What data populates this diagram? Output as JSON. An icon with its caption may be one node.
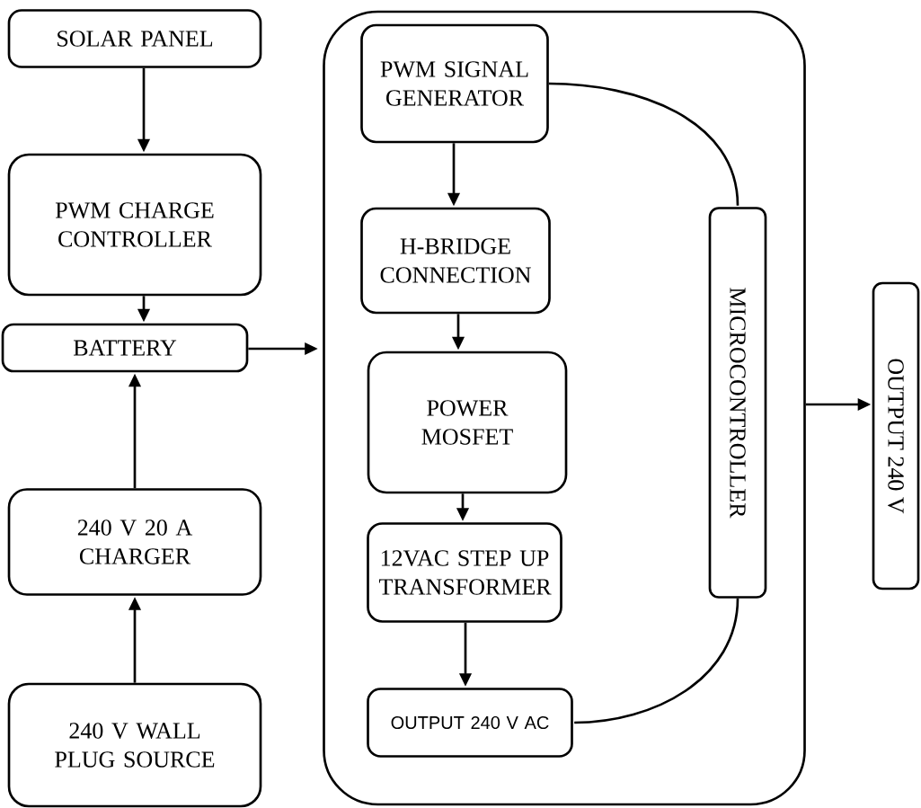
{
  "diagram": {
    "nodes": [
      {
        "text": [
          "SOLAR PANEL"
        ]
      },
      {
        "text": [
          "PWM CHARGE CONTROLLER"
        ]
      },
      {
        "text": [
          "BATTERY"
        ]
      },
      {
        "text": [
          "240 V 20 A CHARGER"
        ]
      },
      {
        "text": [
          "240 V WALL PLUG SOURCE"
        ]
      },
      {
        "text": [],
        "shape": "box"
      },
      {
        "text": [
          "PWM SIGNAL GENERATOR"
        ],
        "in": 5
      },
      {
        "text": [
          "H-BRIDGE CONNECTION"
        ],
        "in": 5
      },
      {
        "text": [
          "POWER MOSFET"
        ],
        "in": 5
      },
      {
        "text": [
          "12VAC STEP UP TRANSFORMER"
        ],
        "in": 5
      },
      {
        "text": [
          "OUTPUT 240 V AC"
        ],
        "in": 5
      },
      {
        "text": [
          "MICROCONTROLLER"
        ],
        "in": 5
      },
      {
        "text": [
          "OUTPUT 240 V"
        ]
      }
    ],
    "edges": [
      {
        "from": 0,
        "to": 1,
        "arrow": "to"
      },
      {
        "from": 1,
        "to": 2,
        "arrow": "to"
      },
      {
        "from": 3,
        "to": 2,
        "arrow": "to"
      },
      {
        "from": 4,
        "to": 3,
        "arrow": "to"
      },
      {
        "from": 2,
        "to": 5,
        "arrow": "to"
      },
      {
        "from": 6,
        "to": 7,
        "arrow": "to"
      },
      {
        "from": 7,
        "to": 8,
        "arrow": "to"
      },
      {
        "from": 8,
        "to": 9,
        "arrow": "to"
      },
      {
        "from": 9,
        "to": 10,
        "arrow": "to"
      },
      {
        "from": 6,
        "to": 11,
        "arrow": "none"
      },
      {
        "from": 11,
        "to": 10,
        "arrow": "none"
      },
      {
        "from": 5,
        "to": 12,
        "arrow": "to"
      }
    ]
  }
}
